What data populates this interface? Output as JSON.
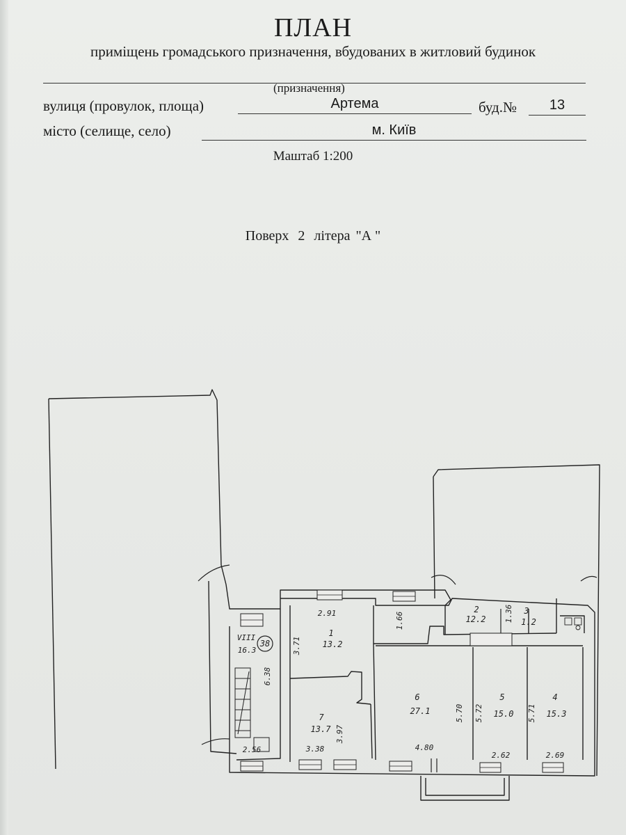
{
  "header": {
    "title": "ПЛАН",
    "subtitle": "приміщень громадського призначення, вбудованих в житловий будинок",
    "purpose_note": "(призначення)"
  },
  "address": {
    "street_label": "вулиця (провулок, площа)",
    "street_value": "Артема",
    "building_label": "буд.№",
    "building_value": "13",
    "city_label": "місто (селище, село)",
    "city_value": "м. Київ"
  },
  "scale": "Маштаб 1:200",
  "floor": {
    "label": "Поверх",
    "number": "2",
    "letter_label": "літера",
    "letter_value": "\"А \""
  },
  "rooms": [
    {
      "number": "1",
      "area": "13.2",
      "dim_a": "2.91",
      "dim_b": "3.71"
    },
    {
      "number": "2",
      "area": "12.2",
      "dim_a": "1.36",
      "dim_b": "1.66"
    },
    {
      "number": "3",
      "area": "1.2"
    },
    {
      "number": "4",
      "area": "15.3",
      "dim_a": "5.71",
      "dim_b": "2.69"
    },
    {
      "number": "5",
      "area": "15.0",
      "dim_a": "5.72",
      "dim_b": "2.62"
    },
    {
      "number": "6",
      "area": "27.1",
      "dim_a": "5.70",
      "dim_b": "4.80"
    },
    {
      "number": "7",
      "area": "13.7",
      "dim_a": "3.38",
      "dim_b": "3.97"
    },
    {
      "number": "VIII",
      "area": "16.3",
      "dim_a": "2.56",
      "dim_b": "6.38"
    }
  ],
  "stair_mark": "38"
}
